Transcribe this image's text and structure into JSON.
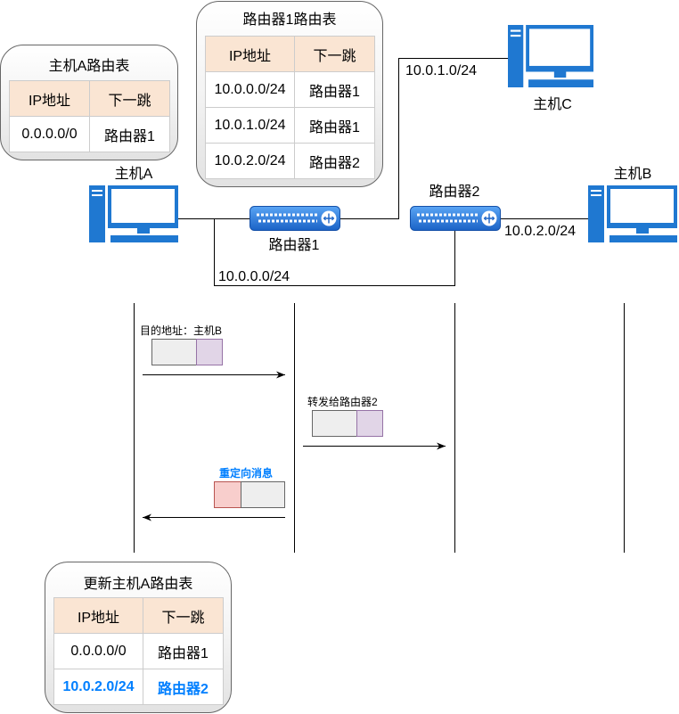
{
  "host_a_table": {
    "title": "主机A路由表",
    "headers": [
      "IP地址",
      "下一跳"
    ],
    "rows": [
      [
        "0.0.0.0/0",
        "路由器1"
      ]
    ]
  },
  "router1_table": {
    "title": "路由器1路由表",
    "headers": [
      "IP地址",
      "下一跳"
    ],
    "rows": [
      [
        "10.0.0.0/24",
        "路由器1"
      ],
      [
        "10.0.1.0/24",
        "路由器1"
      ],
      [
        "10.0.2.0/24",
        "路由器2"
      ]
    ]
  },
  "updated_host_a_table": {
    "title": "更新主机A路由表",
    "headers": [
      "IP地址",
      "下一跳"
    ],
    "rows": [
      [
        "0.0.0.0/0",
        "路由器1"
      ],
      [
        "10.0.2.0/24",
        "路由器2"
      ]
    ]
  },
  "nodes": {
    "host_a": "主机A",
    "host_b": "主机B",
    "host_c": "主机C",
    "router1": "路由器1",
    "router2": "路由器2"
  },
  "networks": [
    "10.0.0.0/24",
    "10.0.1.0/24",
    "10.0.2.0/24"
  ],
  "sequence": {
    "step1_label": "目的地址：主机B",
    "step2_label": "转发给路由器2",
    "step3_label": "重定向消息"
  },
  "icons": [
    "computer-icon",
    "router-icon",
    "arrow-right-icon",
    "arrow-left-icon"
  ],
  "colors": {
    "device_blue": "#1f78d1",
    "table_header_bg": "#fae5d3",
    "highlight_text": "#007fff",
    "packet_gray": "#eeeeee",
    "packet_purple": "#e1d5e7",
    "packet_pink": "#f8cecc"
  }
}
